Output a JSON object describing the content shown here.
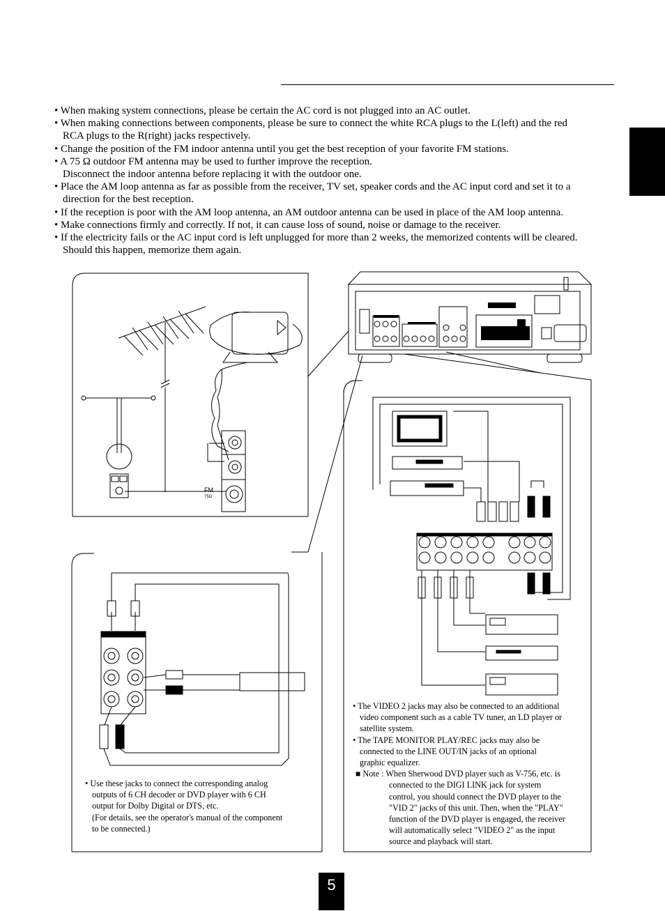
{
  "bullets": [
    {
      "lines": [
        "When making system connections, please be certain the AC cord is not plugged into an AC outlet."
      ]
    },
    {
      "lines": [
        "When making connections between components, please be sure to connect the white RCA plugs to the L(left) and the red",
        "RCA plugs to the R(right) jacks respectively."
      ]
    },
    {
      "lines": [
        "Change the position of the FM indoor antenna until you get the best reception of your favorite FM stations."
      ]
    },
    {
      "lines": [
        "A 75 Ω outdoor FM antenna may be used to further improve the reception.",
        "Disconnect the indoor antenna before replacing it with the outdoor one."
      ]
    },
    {
      "lines": [
        "Place the AM loop antenna as far as possible from the receiver, TV set, speaker cords and the AC input cord and set it to a",
        "direction for the best reception."
      ]
    },
    {
      "lines": [
        "If the reception is poor with the AM loop antenna, an AM outdoor antenna can be used in place of the AM loop antenna."
      ]
    },
    {
      "lines": [
        "Make connections firmly and correctly. If not, it can cause loss of sound, noise or damage to the receiver."
      ]
    },
    {
      "lines": [
        "If the electricity fails or the AC input cord is left unplugged for more than 2 weeks, the memorized contents will be cleared.",
        "Should this happen, memorize them again."
      ]
    }
  ],
  "antenna_panel": {
    "fm_label": "FM",
    "fm_impedance": "75Ω"
  },
  "left_note": {
    "lines": [
      "Use these jacks to connect the corresponding analog",
      "outputs of 6 CH decoder or DVD player with 6 CH",
      "output for Dolby Digital or DTS, etc.",
      "(For details, see the operator's manual of the component",
      "to be connected.)"
    ]
  },
  "right_notes": {
    "video2": [
      "The VIDEO 2 jacks may also be connected to an additional",
      "video component such as a cable TV tuner, an LD player or",
      "satellite system."
    ],
    "tape": [
      "The TAPE MONITOR PLAY/REC jacks may also be",
      "connected to the LINE OUT/IN jacks of an optional",
      "graphic equalizer."
    ],
    "note_lead": "■ Note : When Sherwood DVD player such as V-756, etc. is",
    "note_body": [
      "connected to the DIGI LINK jack for system",
      "control, you should connect the DVD player to the",
      "\"VID 2\" jacks of this unit. Then, when the \"PLAY\"",
      "function of the DVD player is engaged, the receiver",
      "will automatically select \"VIDEO 2\" as the input",
      "source and playback will start."
    ]
  },
  "page_number": "5"
}
